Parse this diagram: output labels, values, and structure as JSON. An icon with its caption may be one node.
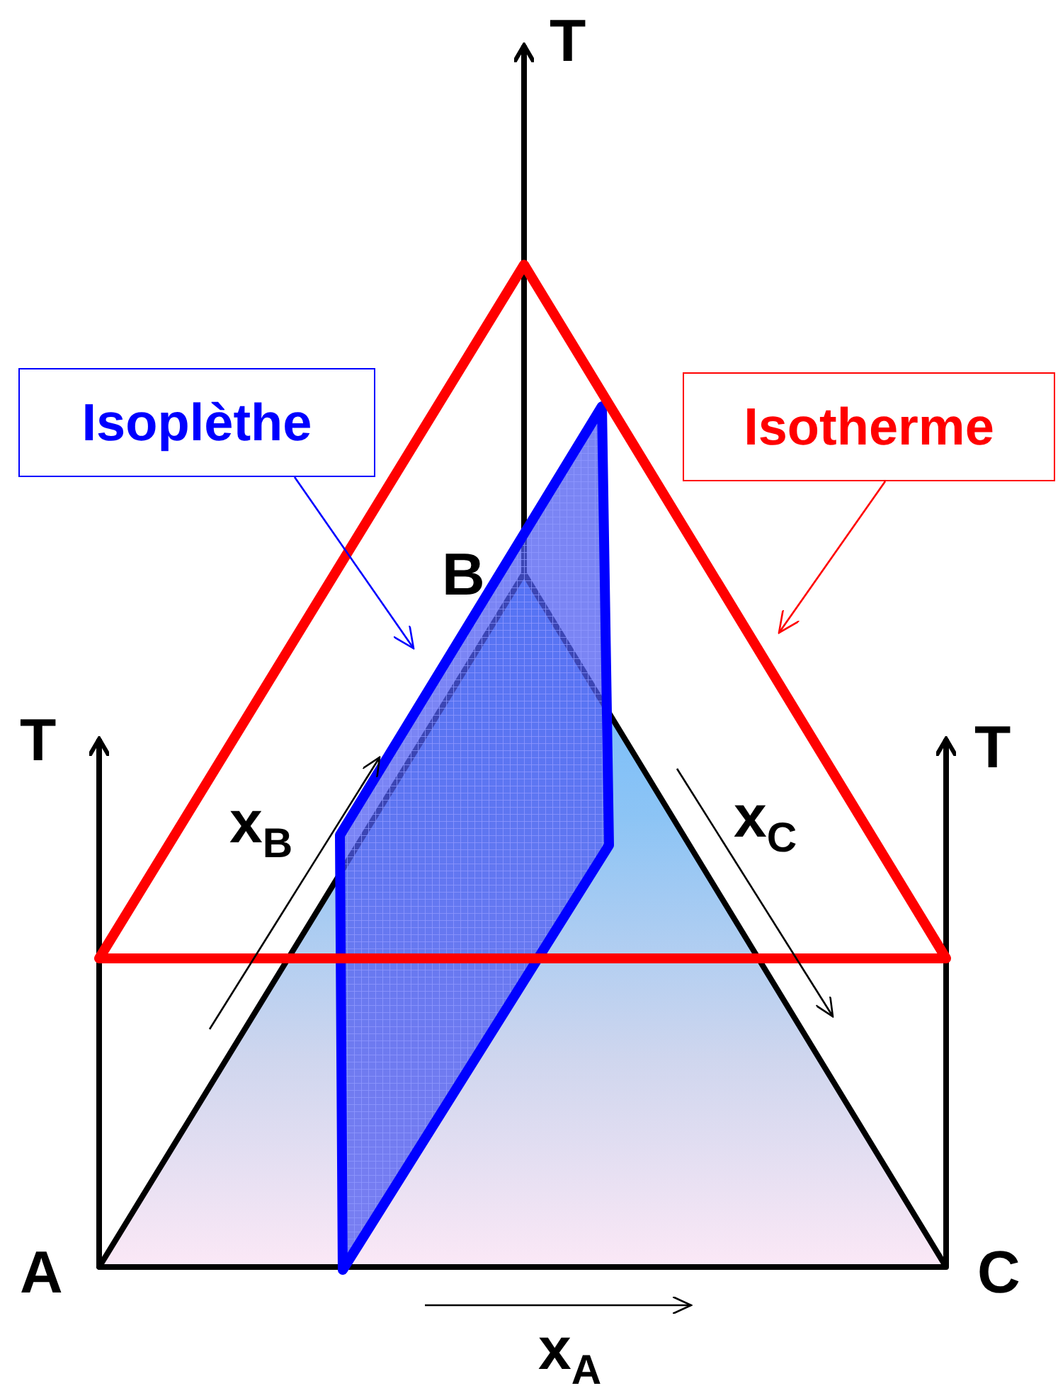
{
  "diagram": {
    "nodes": [
      {
        "text": [
          "Isoplèthe"
        ]
      },
      {
        "text": [],
        "shape": "parallelogram"
      },
      {
        "text": [
          "Isotherme"
        ]
      },
      {
        "text": [],
        "shape": "triangle"
      }
    ],
    "edges": [
      {
        "from": 0,
        "to": 1,
        "arrow": "to",
        "color": "#0000ff"
      },
      {
        "from": 2,
        "to": 3,
        "arrow": "to",
        "color": "#ff0000"
      }
    ],
    "labels": [
      "T",
      "T",
      "T",
      "B",
      "x$_{B}$",
      "x$_{C}$",
      "A",
      "C",
      "x$_{A}$"
    ]
  }
}
